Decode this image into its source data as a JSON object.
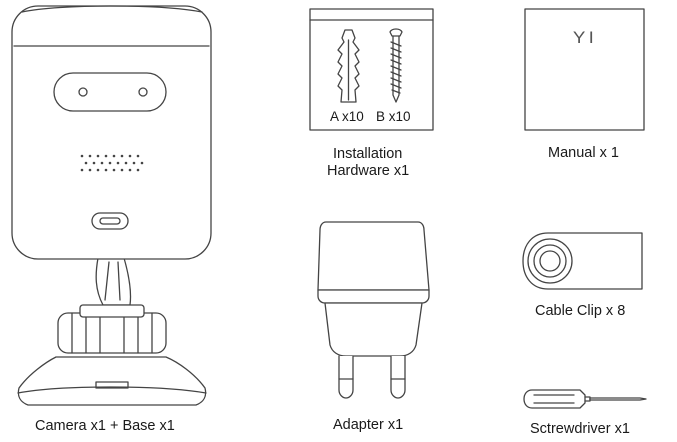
{
  "items": {
    "camera": {
      "label": "Camera x1 + Base x1"
    },
    "hardware": {
      "label_line1": "Installation",
      "label_line2": "Hardware x1",
      "anchor_label": "A x10",
      "screw_label": "B x10"
    },
    "manual": {
      "label": "Manual x 1",
      "logo_text": "YI"
    },
    "adapter": {
      "label": "Adapter x1"
    },
    "cable_clip": {
      "label": "Cable Clip x 8"
    },
    "screwdriver": {
      "label": "Sctrewdriver x1"
    }
  },
  "colors": {
    "line": "#444444",
    "fill": "#ffffff"
  }
}
